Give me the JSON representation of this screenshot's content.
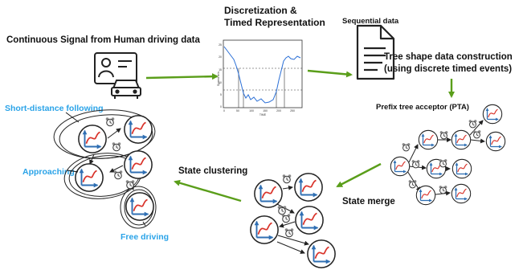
{
  "labels": {
    "discretization": [
      "Discretization &",
      "Timed Representation"
    ],
    "continuous": "Continuous Signal from Human driving data",
    "sequential": "Sequential data",
    "tree": [
      "Tree shape data construction",
      "(using discrete timed events)"
    ],
    "pta": "Prefix tree acceptor (PTA)",
    "state_merge": "State merge",
    "state_clustering": "State clustering",
    "short_distance": "Short-distance following",
    "approaching": "Approaching",
    "free_driving": "Free driving"
  },
  "plot": {
    "y_axis_label": "Speed m/s",
    "x_axis_label": "TIME",
    "x_ticks": [
      "0",
      "50",
      "100",
      "150",
      "200",
      "250"
    ],
    "y_ticks": [
      "25",
      "20",
      "15",
      "10",
      "5",
      "0"
    ]
  },
  "colors": {
    "arrow_green": "#5a9e1a",
    "node_blue": "#2f6fb3",
    "curve_red": "#d9342b",
    "label_blue": "#2aa3e8",
    "signal_blue": "#2a6fd6"
  },
  "icons": [
    "driver-license-car-icon",
    "document-icon",
    "alarm-clock-icon"
  ]
}
